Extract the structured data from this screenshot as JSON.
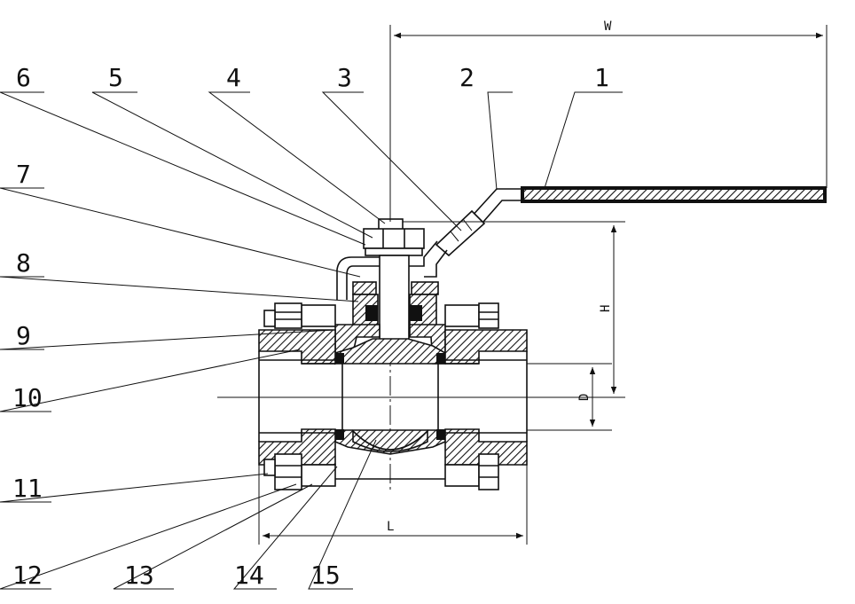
{
  "callouts": [
    {
      "number": "1"
    },
    {
      "number": "2"
    },
    {
      "number": "3"
    },
    {
      "number": "4"
    },
    {
      "number": "5"
    },
    {
      "number": "6"
    },
    {
      "number": "7"
    },
    {
      "number": "8"
    },
    {
      "number": "9"
    },
    {
      "number": "10"
    },
    {
      "number": "11"
    },
    {
      "number": "12"
    },
    {
      "number": "13"
    },
    {
      "number": "14"
    },
    {
      "number": "15"
    }
  ],
  "dimensions": {
    "width": "W",
    "height": "H",
    "diameter": "D",
    "length": "L"
  }
}
